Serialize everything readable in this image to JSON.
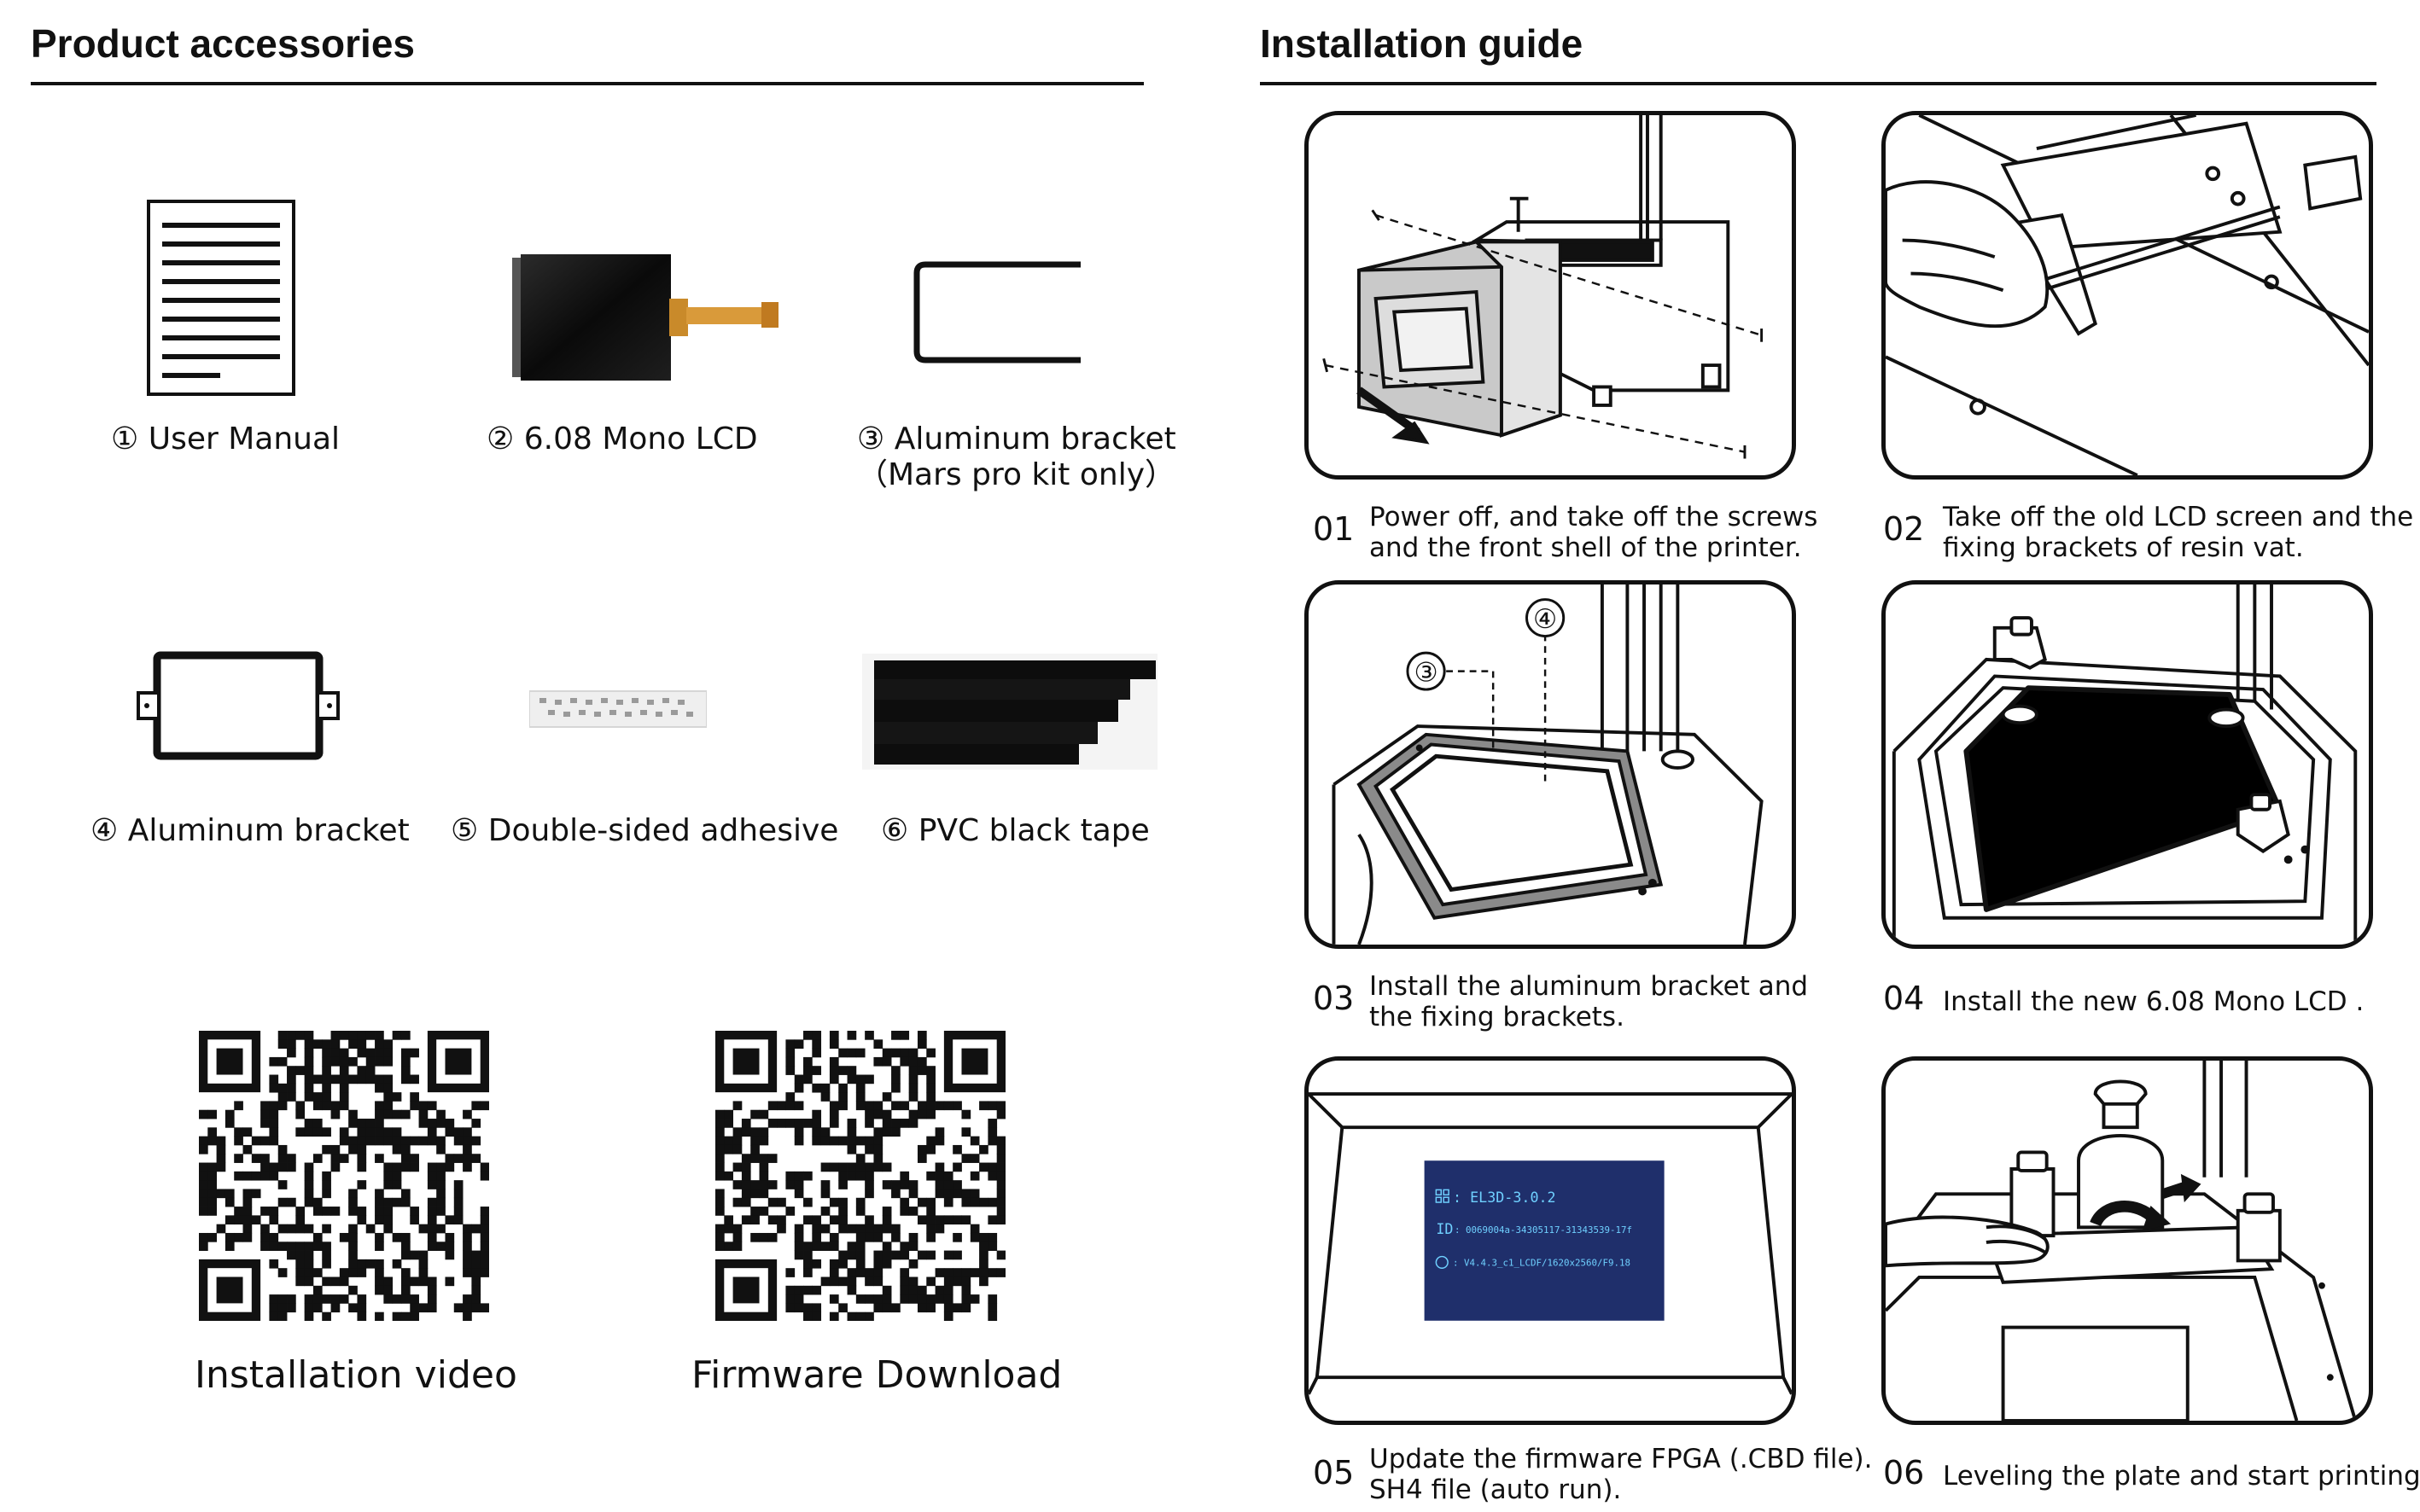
{
  "accessories": {
    "title": "Product accessories",
    "items": [
      {
        "label": "① User Manual",
        "icon": "manual-icon"
      },
      {
        "label": "② 6.08 Mono LCD",
        "icon": "lcd-icon"
      },
      {
        "label": "③ Aluminum bracket",
        "note": "（Mars pro kit only）",
        "icon": "u-bracket-icon"
      },
      {
        "label": "④ Aluminum bracket",
        "icon": "frame-bracket-icon"
      },
      {
        "label": "⑤ Double-sided adhesive",
        "icon": "adhesive-icon"
      },
      {
        "label": "⑥ PVC black tape",
        "icon": "tape-icon"
      }
    ],
    "qr": [
      {
        "label": "Installation video"
      },
      {
        "label": "Firmware Download"
      }
    ]
  },
  "guide": {
    "title": "Installation guide",
    "steps": [
      {
        "num": "01",
        "line1": "Power off, and take off the screws",
        "line2": "and the front shell of the printer."
      },
      {
        "num": "02",
        "line1": "Take off the old LCD screen and the",
        "line2": "fixing brackets of resin vat."
      },
      {
        "num": "03",
        "line1": "Install the aluminum bracket and",
        "line2": "the fixing brackets."
      },
      {
        "num": "04",
        "line1": "Install the new 6.08 Mono LCD .",
        "line2": ""
      },
      {
        "num": "05",
        "line1": "Update the firmware FPGA (.CBD file).",
        "line2": "SH4 file (auto run)."
      },
      {
        "num": "06",
        "line1": "Leveling the plate and start printing!",
        "line2": ""
      }
    ],
    "callouts": {
      "three": "③",
      "four": "④"
    },
    "lcd": {
      "line1": ": EL3D-3.0.2",
      "line2_prefix": "ID",
      "line2": ": 0069004a-34305117-31343539-17f",
      "line3": ": V4.4.3_c1_LCDF/1620x2560/F9.18",
      "bg_color": "#1f2f6b",
      "text_color": "#6fd0ff"
    }
  }
}
